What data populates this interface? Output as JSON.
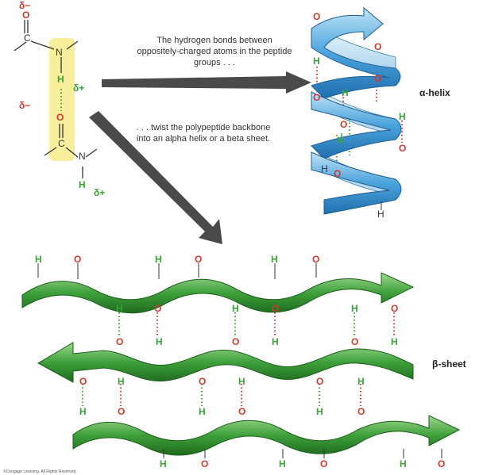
{
  "caption_top": "The hydrogen bonds between oppositely-charged atoms in the peptide groups . . .",
  "caption_bottom": ". . . twist the polypeptide backbone into an alpha helix or a beta sheet.",
  "helix_label": "α-helix",
  "sheet_label": "β-sheet",
  "copyright": "©Cengage Learning. All Rights Reserved.",
  "peptide": {
    "delta_minus": "δ−",
    "delta_plus": "δ+",
    "oxygen": "O",
    "carbon": "C",
    "nitrogen": "N",
    "hydrogen": "H"
  },
  "colors": {
    "oxygen": "#d0392b",
    "hydrogen": "#3aa33a",
    "highlight": "#f7ef9b",
    "helix": "#3d9bd6",
    "sheet": "#3ea03a",
    "arrow": "#4a4a4a"
  }
}
